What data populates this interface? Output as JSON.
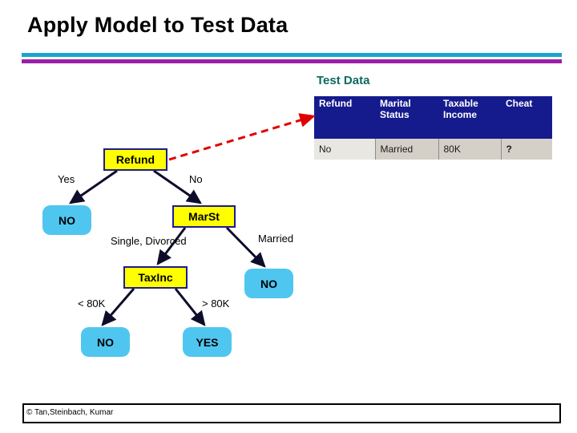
{
  "slide": {
    "title": "Apply Model to Test Data",
    "footer_credit": "© Tan,Steinbach, Kumar",
    "accent_teal": "#19A6CE",
    "accent_purple": "#9A1FA6",
    "caption_color": "#0B6A5E",
    "node_attr_fill": "#FFFF00",
    "node_attr_border": "#1D1D8C",
    "node_leaf_fill": "#4FC6F0",
    "arrow_color": "#E00000",
    "table_header_fill": "#151B8D",
    "table_row_fill": "#D4D0C8"
  },
  "test_data": {
    "caption": "Test Data",
    "columns": [
      "Refund",
      "Marital Status",
      "Taxable Income",
      "Cheat"
    ],
    "header_lines": [
      [
        "Refund"
      ],
      [
        "Marital",
        "Status"
      ],
      [
        "Taxable",
        "Income"
      ],
      [
        "Cheat"
      ]
    ],
    "rows": [
      {
        "refund": "No",
        "marital_status": "Married",
        "taxable_income": "80K",
        "cheat": "?"
      }
    ]
  },
  "tree": {
    "nodes": {
      "refund": "Refund",
      "marst": "MarSt",
      "taxinc": "TaxInc",
      "leaf_refund_yes": "NO",
      "leaf_married": "NO",
      "leaf_lt80k": "NO",
      "leaf_gt80k": "YES"
    },
    "edge_labels": {
      "refund_yes": "Yes",
      "refund_no": "No",
      "marst_single": "Single, Divorced",
      "marst_married": "Married",
      "taxinc_lt": "< 80K",
      "taxinc_gt": "> 80K"
    }
  }
}
